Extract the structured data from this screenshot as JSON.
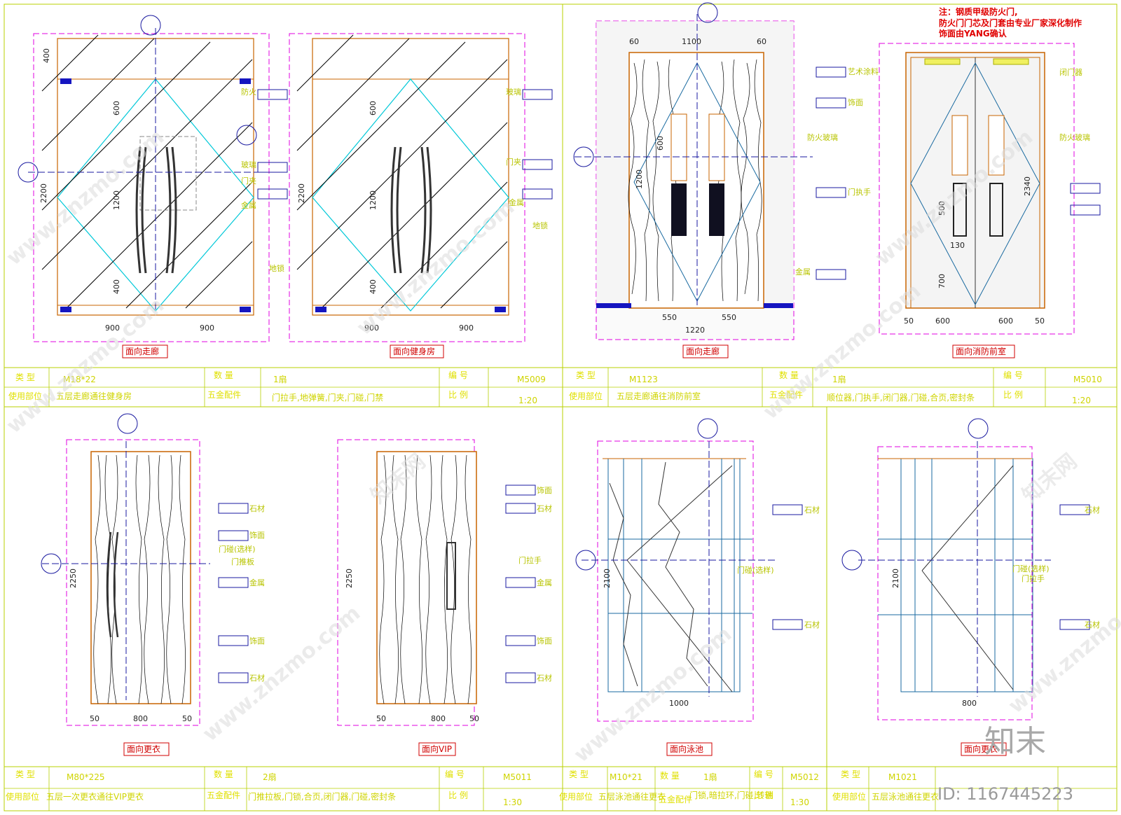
{
  "note": {
    "line1": "注：钢质甲级防火门,",
    "line2": "防火门门芯及门套由专业厂家深化制作",
    "line3": "饰面由YANG确认"
  },
  "watermark": {
    "site_cn": "知末网",
    "site_en": "www.znzmo.com",
    "logo": "知末",
    "id": "ID: 1167445223"
  },
  "panels": [
    {
      "captions": [
        "面向走廊",
        "面向健身房"
      ],
      "dims": [
        "900",
        "900",
        "900",
        "900",
        "400",
        "600",
        "1200",
        "400",
        "2200",
        "2200",
        "600",
        "1200",
        "400"
      ],
      "labels": [
        "防火",
        "玻璃",
        "门夹",
        "金属",
        "地锁",
        "玻璃",
        "门夹",
        "金属",
        "地锁"
      ],
      "table": {
        "type_label": "类 型",
        "type_value": "M18*22",
        "qty_label": "数 量",
        "qty_value": "1扇",
        "code_label": "编 号",
        "code_value": "M5009",
        "use_label": "使用部位",
        "use_value": "五层走廊通往健身房",
        "hw_label": "五金配件",
        "hw_value": "门拉手,地弹簧,门夹,门碰,门禁",
        "scale_label": "比 例",
        "scale_value": "1:20"
      }
    },
    {
      "captions": [
        "面向走廊",
        "面向消防前室"
      ],
      "dims": [
        "1100",
        "60",
        "60",
        "550",
        "550",
        "1220",
        "600",
        "600",
        "600",
        "1200",
        "2340",
        "130",
        "500",
        "700",
        "50",
        "50"
      ],
      "labels": [
        "艺术涂料",
        "饰面",
        "防火玻璃",
        "门执手",
        "金属",
        "闭门器",
        "防火玻璃"
      ],
      "table": {
        "type_label": "类 型",
        "type_value": "M1123",
        "qty_label": "数 量",
        "qty_value": "1扇",
        "code_label": "编 号",
        "code_value": "M5010",
        "use_label": "使用部位",
        "use_value": "五层走廊通往消防前室",
        "hw_label": "五金配件",
        "hw_value": "顺位器,门执手,闭门器,门碰,合页,密封条",
        "scale_label": "比 例",
        "scale_value": "1:20"
      }
    },
    {
      "captions": [
        "面向更衣",
        "面向VIP"
      ],
      "dims": [
        "800",
        "50",
        "50",
        "800",
        "50",
        "50",
        "2250",
        "2250"
      ],
      "labels": [
        "石材",
        "饰面",
        "门碰(选样)",
        "门推板",
        "金属",
        "饰面",
        "石材",
        "饰面",
        "石材",
        "门拉手",
        "金属",
        "饰面",
        "石材"
      ],
      "table": {
        "type_label": "类 型",
        "type_value": "M80*225",
        "qty_label": "数 量",
        "qty_value": "2扇",
        "code_label": "编 号",
        "code_value": "M5011",
        "use_label": "使用部位",
        "use_value": "五层一次更衣通往VIP更衣",
        "hw_label": "五金配件",
        "hw_value": "门推拉板,门锁,合页,闭门器,门碰,密封条",
        "scale_label": "比 例",
        "scale_value": "1:30"
      }
    },
    {
      "captions": [
        "面向泳池",
        "面向更衣"
      ],
      "dims": [
        "1000",
        "2100",
        "800",
        "2100"
      ],
      "labels": [
        "石材",
        "门碰(选样)",
        "石材",
        "石材",
        "门碰(选样)",
        "门拉手",
        "石材"
      ],
      "table": {
        "type_label": "类 型",
        "type_value": "M10*21",
        "qty_label": "数 量",
        "qty_value": "1扇",
        "code_label": "编 号",
        "code_value": "M5012",
        "use_label": "使用部位",
        "use_value": "五层泳池通往更衣",
        "hw_label": "五金配件",
        "hw_value": "门锁,暗拉环,门碰,转轴",
        "scale_label": "比 例",
        "scale_value": "1:30",
        "type_value_2": "M1021",
        "use_value_2": "五层泳池通往更衣"
      }
    }
  ]
}
